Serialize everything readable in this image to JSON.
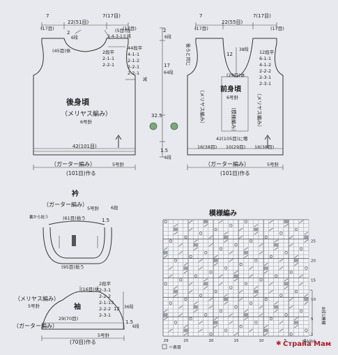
{
  "back": {
    "title": "後身頃",
    "stitch": "（メリヤス編み）",
    "needle": "6号針",
    "dim_7_left": "7",
    "dim_17_left": "(17目)",
    "dim_22": "22(51目)",
    "dim_7_17_right": "7(17目)",
    "dim_17_right": "(17目)",
    "dim_2": "2",
    "dim_6_rows": "6段",
    "neck_45": "(45目)休",
    "neck_5_leave": "(5目)残",
    "neck_dec": "2-4-3-1ミ減",
    "shape_2row": "2段平",
    "shape_211": "2-1-1",
    "shape_221": "2-2-1",
    "shape_44rows": "44段平",
    "shape_411": "4-1-1",
    "shape_2112": "2-1-2",
    "shape_2212": "2-2-1",
    "shape_2213": "2-2-1",
    "shape_flat": "減",
    "width": "42(101目)",
    "garter": "（ガーター編み）",
    "garter_needle": "5号針",
    "cast_on": "(101目)作る"
  },
  "side": {
    "dim_2": "2",
    "dim_6rows": "6段",
    "dim_17": "17",
    "dim_64rows": "64段",
    "dim_325": "32.5",
    "dim_15": "1.5",
    "dim_6rows_bottom": "6段"
  },
  "front": {
    "title": "前身頃",
    "needle": "6号針",
    "stitch_side": "（メリヤス編み）",
    "pattern_center": "（模様編み）",
    "dim_7_left": "7",
    "dim_17_left": "(17目)",
    "dim_22": "22(55目)",
    "dim_7_17_right": "7(17目)",
    "dim_17_right": "(17目)",
    "back_join": "後ろと同じ",
    "dim_12": "12",
    "dim_38rows": "38段",
    "neck_29": "(29目)休",
    "shape_12rows": "12段平",
    "shape_611": "6-1-1",
    "shape_4112": "4-1-2",
    "shape_2212": "2-2-2",
    "shape_2313": "2-3-1",
    "shape_2311": "2-3-1",
    "inc": "42(105目)に増",
    "seg_16_38": "16(38目)",
    "seg_10_29": "10(29目)",
    "garter": "（ガーター編み）",
    "garter_needle": "5号針",
    "cast_on": "(101目)作る"
  },
  "collar": {
    "title": "衿",
    "garter": "（ガーター編み）",
    "needle": "5号針",
    "pickup_note": "裏から拾う",
    "seg_61": "(61目)拾う",
    "dim_15": "1.5",
    "dim_6rows": "6段",
    "seg_95": "(95目)拾う"
  },
  "sleeve": {
    "title": "袖",
    "stitch": "（メリヤス編み）",
    "stitch_needle": "5号針",
    "top_16": "(16目)休",
    "seg_29_70": "29(70目)",
    "garter": "（ガーター編み）",
    "garter_needle": "5号針",
    "cast_on": "(70目)作る",
    "shape_2row": "2段平",
    "shape_231": "2-3-1",
    "shape_221": "2-2-2",
    "shape_21113": "2-1-13",
    "shape_2212": "2-2-2",
    "shape_2313": "2-3-1",
    "dim_12": "12",
    "dim_36rows": "36段",
    "dim_15": "1.5",
    "dim_6rows": "6段"
  },
  "chart": {
    "title": "模様編み",
    "legend_knit": "＝表目",
    "repeat_note": "8段1模様",
    "start_note": "編み始め",
    "row_labels": [
      "25",
      "20",
      "15",
      "10",
      "5",
      "1"
    ],
    "col_labels": [
      "29",
      "25",
      "20",
      "15",
      "10",
      "5",
      "1"
    ],
    "cols": 29,
    "rows": 30
  },
  "watermark": {
    "text": "Страна Мам"
  }
}
